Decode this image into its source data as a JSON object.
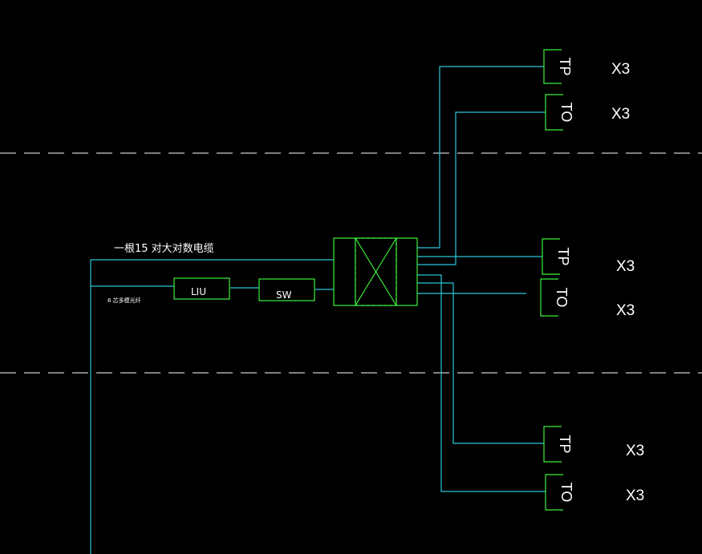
{
  "colors": {
    "background": "#000000",
    "cable": "#29c7d6",
    "device": "#3ef03e",
    "dash": "#ffffff",
    "text": "#ffffff"
  },
  "cable_label": "一根15 对大对数电缆",
  "small_label": "6 芯多模光纤",
  "devices": {
    "liu": "LIU",
    "sw": "SW"
  },
  "outlets": [
    {
      "type": "TP",
      "count": "X3"
    },
    {
      "type": "TO",
      "count": "X3"
    },
    {
      "type": "TP",
      "count": "X3"
    },
    {
      "type": "TO",
      "count": "X3"
    },
    {
      "type": "TP",
      "count": "X3"
    },
    {
      "type": "TO",
      "count": "X3"
    }
  ]
}
